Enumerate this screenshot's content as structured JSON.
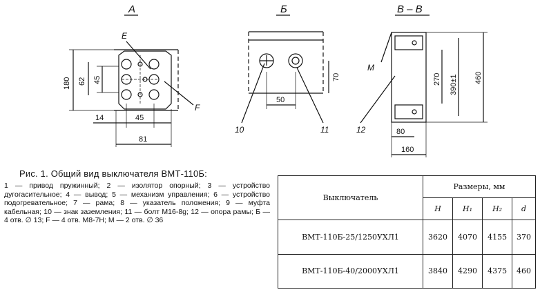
{
  "drawing": {
    "view_labels": [
      "А",
      "Б",
      "В – В"
    ],
    "leaders": [
      "E",
      "F",
      "M"
    ],
    "dims_A": [
      "180",
      "62",
      "45",
      "14",
      "45",
      "81"
    ],
    "dims_B": [
      "70",
      "50"
    ],
    "dims_V": [
      "270",
      "390±1",
      "460",
      "80",
      "160"
    ],
    "callouts": [
      "10",
      "11",
      "12"
    ]
  },
  "caption": {
    "title": "Рис. 1. Общий вид выключателя ВМТ-110Б:",
    "legend": "1 — привод пружинный; 2 — изолятор опорный; 3 — устройство дугогасительное; 4 — вывод; 5 — механизм управления; 6 — устройство подогревательное; 7 — рама; 8 — указатель положения; 9 — муфта кабельная; 10 — знак заземления; 11 — болт М16-8g; 12 — опора рамы; Б — 4 отв. ∅ 13; F — 4 отв. М8-7H; М — 2 отв. ∅ 36"
  },
  "table": {
    "col_breaker": "Выключатель",
    "col_sizes": "Размеры, мм",
    "sub_headers": [
      "H",
      "H₁",
      "H₂",
      "d"
    ],
    "rows": [
      {
        "name": "ВМТ-110Б-25/1250УХЛ1",
        "values": [
          "3620",
          "4070",
          "4155",
          "370"
        ]
      },
      {
        "name": "ВМТ-110Б-40/2000УХЛ1",
        "values": [
          "3840",
          "4290",
          "4375",
          "460"
        ]
      }
    ]
  }
}
